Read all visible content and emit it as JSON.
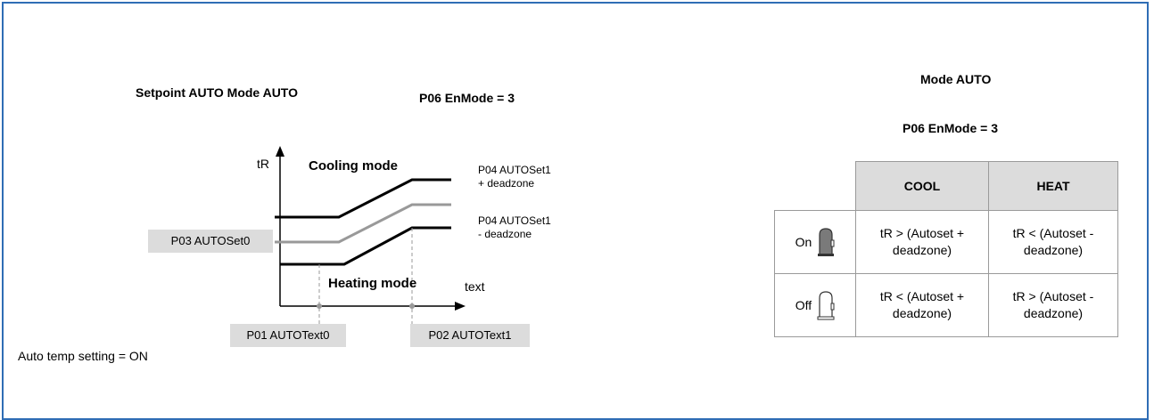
{
  "left": {
    "title_setpoint": "Setpoint AUTO  Mode AUTO",
    "title_enmode": "P06 EnMode = 3",
    "axis_y_label": "tR",
    "axis_x_label": "text",
    "cooling_label": "Cooling mode",
    "heating_label": "Heating mode",
    "upper_label_line1": "P04 AUTOSet1",
    "upper_label_line2": "+ deadzone",
    "lower_label_line1": "P04 AUTOSet1",
    "lower_label_line2": "- deadzone",
    "p03_box": "P03 AUTOSet0",
    "p01_box": "P01 AUTOText0",
    "p02_box": "P02 AUTOText1",
    "footer_note": "Auto temp setting = ON"
  },
  "right": {
    "title_mode": "Mode AUTO",
    "title_enmode": "P06 EnMode = 3",
    "col_cool": "COOL",
    "col_heat": "HEAT",
    "rows": [
      {
        "state": "On",
        "cool_line1": "tR > (Autoset +",
        "cool_line2": "deadzone)",
        "heat_line1": "tR < (Autoset -",
        "heat_line2": "deadzone)"
      },
      {
        "state": "Off",
        "cool_line1": "tR < (Autoset +",
        "cool_line2": "deadzone)",
        "heat_line1": "tR > (Autoset -",
        "heat_line2": "deadzone)"
      }
    ]
  },
  "colors": {
    "frame": "#2f6db5",
    "box_fill": "#dcdcdc",
    "line_black": "#000000",
    "line_grey": "#999999"
  }
}
